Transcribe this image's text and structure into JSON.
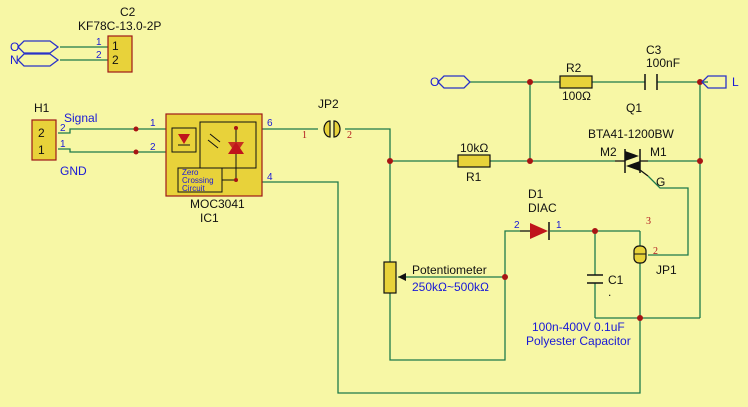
{
  "c2": {
    "ref": "C2",
    "part": "KF78C-13.0-2P",
    "pins": [
      "1",
      "2"
    ],
    "pin_nums": [
      "1",
      "2"
    ]
  },
  "ports": {
    "o_left": "O",
    "n_left": "N",
    "o_mid": "O",
    "l_right": "L"
  },
  "h1": {
    "ref": "H1",
    "pins": [
      "2",
      "1"
    ],
    "pin_nums": [
      "2",
      "1"
    ],
    "signal": "Signal",
    "gnd": "GND"
  },
  "ic1": {
    "part": "MOC3041",
    "ref": "IC1",
    "zc": [
      "Zero",
      "Crossing",
      "Circuit"
    ],
    "pin1": "1",
    "pin2": "2",
    "pin6": "6",
    "pin4": "4"
  },
  "jp2": {
    "ref": "JP2",
    "pin1": "1",
    "pin2": "2"
  },
  "r2": {
    "ref": "R2",
    "value": "100Ω"
  },
  "c3": {
    "ref": "C3",
    "value": "100nF"
  },
  "q1": {
    "ref": "Q1",
    "part": "BTA41-1200BW",
    "m2": "M2",
    "m1": "M1",
    "g": "G"
  },
  "r1": {
    "ref": "R1",
    "value": "10kΩ"
  },
  "d1": {
    "ref": "D1",
    "part": "DIAC",
    "pin2": "2",
    "pin1": "1"
  },
  "pot": {
    "name": "Potentiometer",
    "value": "250kΩ~500kΩ"
  },
  "c1": {
    "ref": "C1"
  },
  "jp1": {
    "ref": "JP1",
    "pin3": "3",
    "pin2": "2"
  },
  "note": {
    "line1": "100n-400V 0.1uF",
    "line2": "Polyester Capacitor"
  }
}
